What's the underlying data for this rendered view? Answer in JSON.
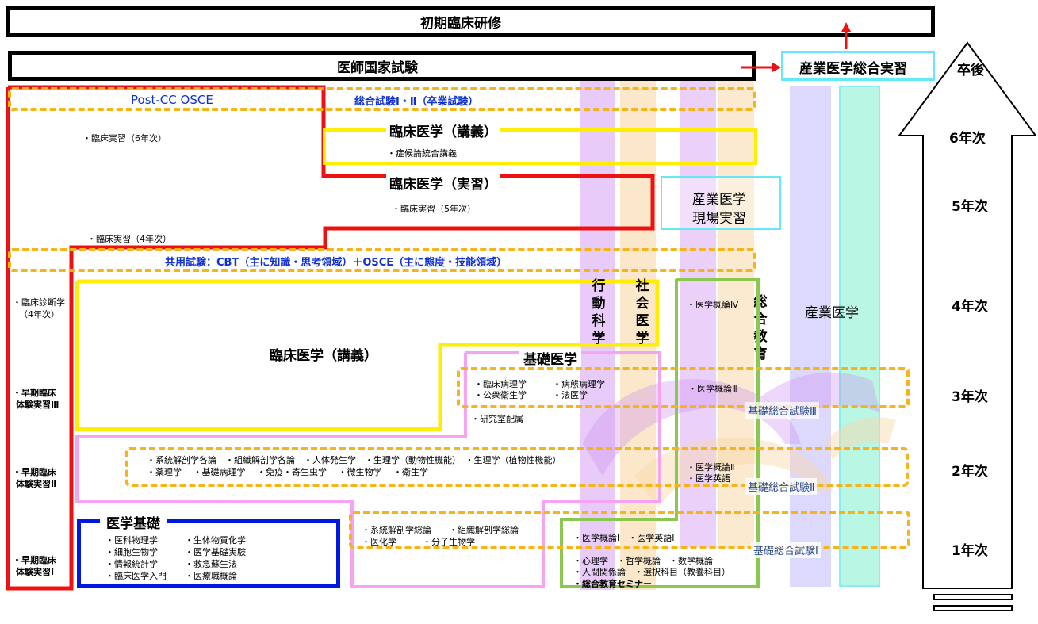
{
  "top": {
    "initial_training": "初期臨床研修",
    "national_exam": "医師国家試験",
    "occ_med_practice": "産業医学総合実習",
    "after_grad": "卒後"
  },
  "years": [
    "6年次",
    "5年次",
    "4年次",
    "3年次",
    "2年次",
    "1年次"
  ],
  "post_cc": "Post-CC OSCE",
  "comprehensive_exam": "総合試験Ⅰ・Ⅱ（卒業試験）",
  "cbt_osce": "共用試験：CBT（主に知識・思考領域）＋OSCE（主に態度・技能領域）",
  "clinical_lecture_upper": {
    "title": "臨床医学（講義）",
    "item": "・症候論統合講義"
  },
  "clinical_practice": {
    "title": "臨床医学（実習）",
    "item": "・臨床実習（5年次）"
  },
  "clinical_6": "・臨床実習（6年次）",
  "clinical_4": "・臨床実習（4年次）",
  "occ_field": [
    "産業医学",
    "現場実習"
  ],
  "left_items": {
    "diag": [
      "・臨床診断学",
      "（4年次）"
    ],
    "early3": [
      "・早期臨床",
      "体験実習Ⅲ"
    ],
    "early2": [
      "・早期臨床",
      "体験実習Ⅱ"
    ],
    "early1": [
      "・早期臨床",
      "体験実習Ⅰ"
    ]
  },
  "behavioral": "行動科学",
  "social": "社会医学",
  "general_ed": "総合教育",
  "occ_med": "産業医学",
  "clinical_lecture_main": "臨床医学（講義）",
  "basic_medicine": {
    "title": "基礎医学",
    "col1": [
      "・臨床病理学",
      "・公衆衛生学"
    ],
    "col2": [
      "・病態病理学",
      "・法医学"
    ],
    "lab": "・研究室配属"
  },
  "year2_subjects": [
    "・系統解剖学各論　・組織解剖学各論　・人体発生学　・生理学（動物性機能）　・生理学（植物性機能）",
    "・薬理学　 ・基礎病理学　 ・免疫・寄生虫学　 ・微生物学　 ・衛生学"
  ],
  "year1_anatomy": [
    "・系統解剖学総論　　・組織解剖学総論",
    "・医化学　　　・分子生物学"
  ],
  "med_basics": {
    "title": "医学基礎",
    "col1": [
      "・医科物理学",
      "・細胞生物学",
      "・情報統計学",
      "・臨床医学入門"
    ],
    "col2": [
      "・生体物質化学",
      "・医学基礎実験",
      "・救急蘇生法",
      "・医療職概論"
    ]
  },
  "gen_items": {
    "iv": "・医学概論Ⅳ",
    "iii": "・医学概論Ⅲ",
    "ii": [
      "・医学概論Ⅱ",
      "・医学英語"
    ],
    "i": [
      "・医学概論Ⅰ　・医学英語Ⅰ",
      "・心理学　・哲学概論　・数学概論",
      "・人間関係論　・選択科目（教養科目）",
      "・総合教育セミナー"
    ]
  },
  "basic_exams": {
    "iii": "基礎総合試験Ⅲ",
    "ii": "基礎総合試験Ⅱ",
    "i": "基礎総合試験Ⅰ"
  },
  "colors": {
    "red": "#ee1111",
    "yellow": "#ffee00",
    "orange": "#f4b41a",
    "pink": "#f4a4f0",
    "blue": "#0018e0",
    "green": "#8cc850",
    "cyan": "#66e8f8",
    "purple": "#cc88ee",
    "peach": "#f8d8a8",
    "mint": "#90f0d0"
  }
}
